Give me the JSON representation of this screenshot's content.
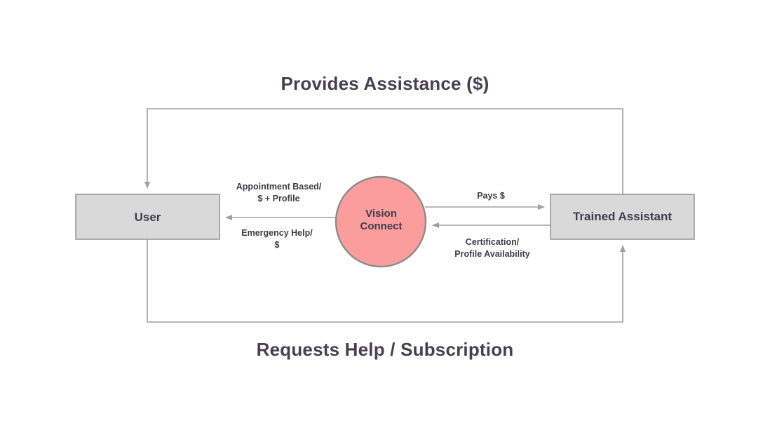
{
  "diagram": {
    "title_top": "Provides Assistance ($)",
    "title_bottom": "Requests Help / Subscription",
    "colors": {
      "background": "#ffffff",
      "entity_fill": "#d9d9d9",
      "entity_stroke": "#8c8c8c",
      "process_fill": "#fb9d9d",
      "process_stroke": "#8c8c8c",
      "connector": "#a0a0a0",
      "text": "#454152"
    },
    "entities": [
      {
        "id": "user",
        "label": "User"
      },
      {
        "id": "trained-assistant",
        "label": "Trained Assistant"
      }
    ],
    "process": {
      "id": "vision-connect",
      "label_line1": "Vision",
      "label_line2": "Connect"
    },
    "flows": [
      {
        "id": "appointment",
        "line1": "Appointment Based/",
        "line2": "$ + Profile",
        "from": "vision-connect",
        "to": "user"
      },
      {
        "id": "emergency",
        "line1": "Emergency Help/",
        "line2": "$",
        "from": "user",
        "to": "vision-connect"
      },
      {
        "id": "pays",
        "line1": "Pays $",
        "line2": "",
        "from": "vision-connect",
        "to": "trained-assistant"
      },
      {
        "id": "certification",
        "line1": "Certification/",
        "line2": "Profile Availability",
        "from": "trained-assistant",
        "to": "vision-connect"
      },
      {
        "id": "provides-assistance",
        "line1": "Provides Assistance ($)",
        "line2": "",
        "from": "trained-assistant",
        "to": "user"
      },
      {
        "id": "requests-help",
        "line1": "Requests Help / Subscription",
        "line2": "",
        "from": "user",
        "to": "trained-assistant"
      }
    ]
  }
}
